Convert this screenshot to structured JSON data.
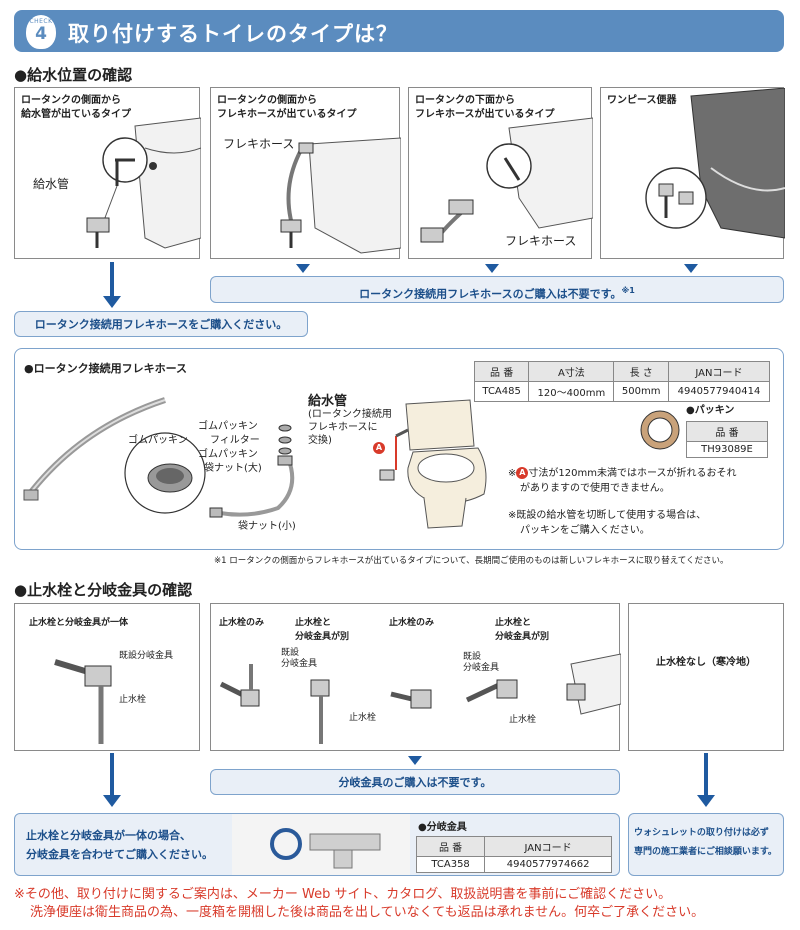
{
  "header": {
    "badge_small": "CHECK",
    "badge_num": "4",
    "title": "取り付けするトイレのタイプは？"
  },
  "section1": {
    "title": "●給水位置の確認",
    "panels": [
      {
        "caption": "ロータンクの側面から\n給水管が出ているタイプ",
        "callout": "給水管"
      },
      {
        "caption": "ロータンクの側面から\nフレキホースが出ているタイプ",
        "callout": "フレキホース"
      },
      {
        "caption": "ロータンクの下面から\nフレキホースが出ているタイプ",
        "callout": "フレキホース"
      },
      {
        "caption": "ワンピース便器",
        "callout": ""
      }
    ],
    "result_left": "ロータンク接続用フレキホースをご購入ください。",
    "result_right": "ロータンク接続用フレキホースのご購入は不要です。",
    "result_right_sup": "※1"
  },
  "hose_panel": {
    "title": "●ロータンク接続用フレキホース",
    "parts": [
      "ゴムパッキン",
      "フィルター",
      "ゴムパッキン",
      "袋ナット(大)",
      "袋ナット(小)"
    ],
    "zoom_label": "ゴムパッキン",
    "pipe_title": "給水管",
    "pipe_sub": "(ロータンク接続用\nフレキホースに\n交換)",
    "marker": "A",
    "table_headers": [
      "品 番",
      "A寸法",
      "長 さ",
      "JANコード"
    ],
    "table_row": [
      "TCA485",
      "120〜400mm",
      "500mm",
      "4940577940414"
    ],
    "packing_title": "●パッキン",
    "packing_header": "品 番",
    "packing_value": "TH93089E",
    "note1_mark": "※",
    "note1_text_a": "寸法が120mm未満ではホースが折れるおそれ",
    "note1_text_b": "がありますので使用できません。",
    "note2_a": "※既設の給水管を切断して使用する場合は、",
    "note2_b": "パッキンをご購入ください。"
  },
  "footnote1": "※1 ロータンクの側面からフレキホースが出ているタイプについて、長期間ご使用のものは新しいフレキホースに取り替えてください。",
  "section2": {
    "title": "●止水栓と分岐金具の確認",
    "panel_a_caption": "止水栓と分岐金具が一体",
    "panel_a_labels": [
      "既設分岐金具",
      "止水栓"
    ],
    "mid_captions": [
      "止水栓のみ",
      "止水栓と\n分岐金具が別",
      "止水栓のみ",
      "止水栓と\n分岐金具が別"
    ],
    "mid_labels": [
      "既設\n分岐金具",
      "止水栓",
      "既設\n分岐金具",
      "止水栓"
    ],
    "panel_c_caption": "止水栓なし（寒冷地）",
    "result_mid": "分岐金具のご購入は不要です。",
    "result_left": "止水栓と分岐金具が一体の場合、\n分岐金具を合わせてご購入ください。",
    "branch_title": "●分岐金具",
    "branch_headers": [
      "品 番",
      "JANコード"
    ],
    "branch_row": [
      "TCA358",
      "4940577974662"
    ],
    "result_right": "ウォシュレットの取り付けは必ず\n専門の施工業者にご相談願います。"
  },
  "footer": {
    "line1": "※その他、取り付けに関するご案内は、メーカー Web サイト、カタログ、取扱説明書を事前にご確認ください。",
    "line2": "洗浄便座は衛生商品の為、一度箱を開梱した後は商品を出していなくても返品は承れません。何卒ご了承ください。"
  },
  "colors": {
    "brand_blue": "#5b8cbf",
    "arrow_blue": "#1f5aa0",
    "warn_red": "#d83a2a"
  }
}
